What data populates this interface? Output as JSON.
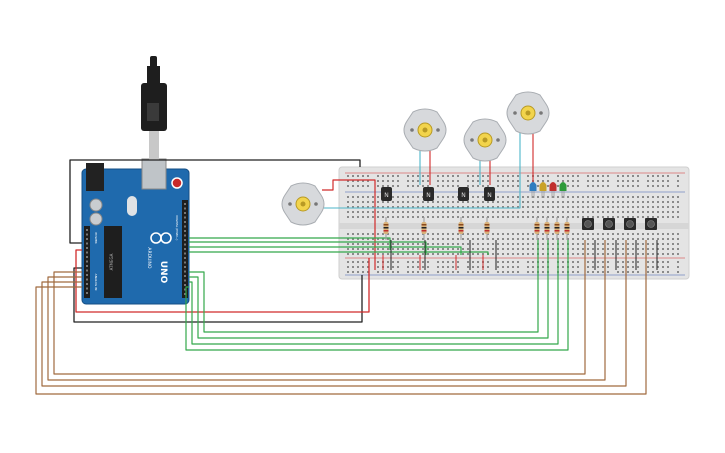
{
  "board": {
    "name": "Arduino UNO",
    "logo_text": "UNO",
    "brand_text": "ARDUINO",
    "chip_label": "ATMEGA",
    "digital_header_label": "DIGITAL (PWM~)",
    "analog_header_label": "ANALOG IN",
    "power_header_label": "POWER"
  },
  "components": {
    "motors": [
      {
        "name": "motor-1"
      },
      {
        "name": "motor-2"
      },
      {
        "name": "motor-3"
      },
      {
        "name": "motor-4"
      }
    ],
    "transistors": [
      {
        "label": "N"
      },
      {
        "label": "N"
      },
      {
        "label": "N"
      },
      {
        "label": "N"
      }
    ],
    "leds": [
      {
        "color": "#2e7dbf"
      },
      {
        "color": "#c9a227"
      },
      {
        "color": "#c0302e"
      },
      {
        "color": "#2e9a3a"
      }
    ],
    "buttons": 4,
    "resistors": 8
  },
  "colors": {
    "breadboard": "#e4e4e4",
    "board_blue": "#1f6aad",
    "wire_red": "#d12b2b",
    "wire_black": "#222222",
    "wire_green": "#33a84a",
    "wire_brown": "#a06a3f",
    "wire_teal": "#4db6c9"
  }
}
